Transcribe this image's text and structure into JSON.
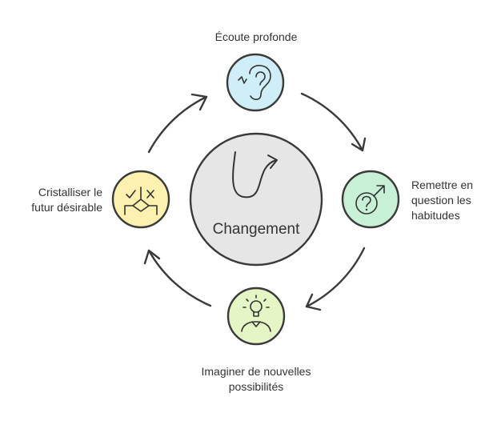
{
  "diagram": {
    "center_label": "Changement",
    "nodes": [
      {
        "id": "top",
        "label": "Écoute profonde",
        "icon": "ear-icon",
        "color": "#cfeef7"
      },
      {
        "id": "right",
        "label": "Remettre en\nquestion les\nhabitudes",
        "icon": "question-male-icon",
        "color": "#c8f0d6"
      },
      {
        "id": "bottom",
        "label": "Imaginer de nouvelles\npossibilités",
        "icon": "lightbulb-person-icon",
        "color": "#e4f5c6"
      },
      {
        "id": "left",
        "label": "Cristalliser le\nfutur désirable",
        "icon": "check-cross-diamond-icon",
        "color": "#fdf1b0"
      }
    ],
    "center_color": "#e6e6e6",
    "stroke_color": "#3a3a3a"
  }
}
